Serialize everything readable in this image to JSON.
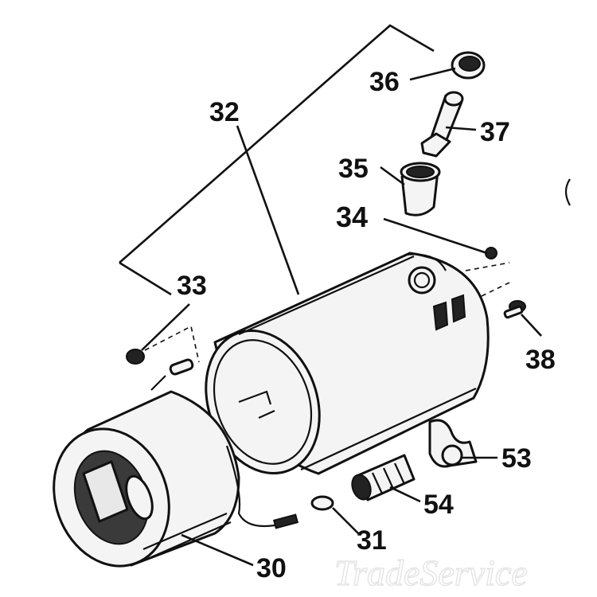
{
  "watermark": "TradeService",
  "callouts": [
    {
      "id": "30",
      "label": "30"
    },
    {
      "id": "31",
      "label": "31"
    },
    {
      "id": "32",
      "label": "32"
    },
    {
      "id": "33",
      "label": "33"
    },
    {
      "id": "34",
      "label": "34"
    },
    {
      "id": "35",
      "label": "35"
    },
    {
      "id": "36",
      "label": "36"
    },
    {
      "id": "37",
      "label": "37"
    },
    {
      "id": "38",
      "label": "38"
    },
    {
      "id": "53",
      "label": "53"
    },
    {
      "id": "54",
      "label": "54"
    }
  ]
}
